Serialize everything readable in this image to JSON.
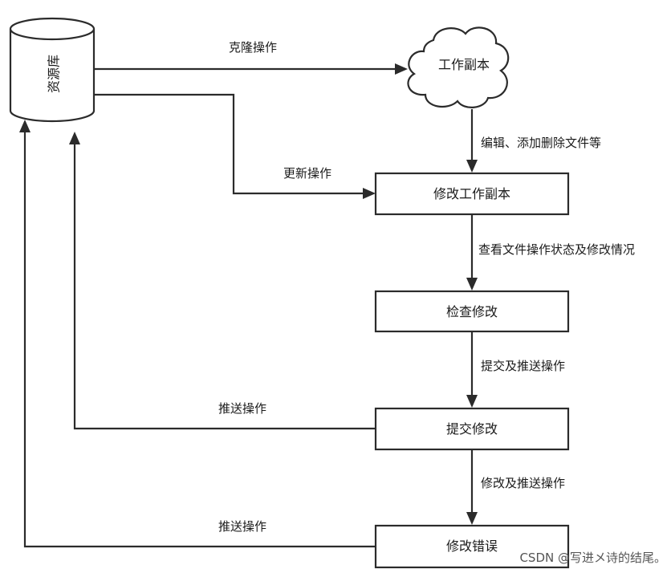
{
  "nodes": {
    "repository": "资源库",
    "working_copy": "工作副本",
    "modify_copy": "修改工作副本",
    "check_changes": "检查修改",
    "commit_changes": "提交修改",
    "fix_errors": "修改错误"
  },
  "edges": {
    "clone": "克隆操作",
    "update": "更新操作",
    "edit": "编辑、添加删除文件等",
    "review": "查看文件操作状态及修改情况",
    "commit_push": "提交及推送操作",
    "push_from_commit": "推送操作",
    "fix_push": "修改及推送操作",
    "push_from_fix": "推送操作"
  },
  "watermark": "CSDN @写进メ诗的结尾。"
}
